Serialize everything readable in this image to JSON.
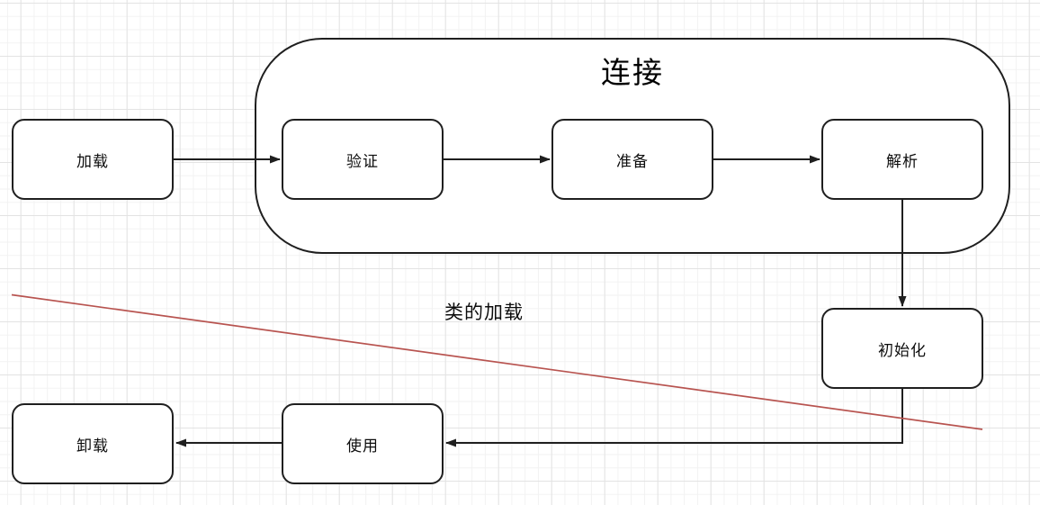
{
  "diagram": {
    "group_label": "连接",
    "annotation": "类的加载",
    "nodes": [
      {
        "id": "load",
        "label": "加载"
      },
      {
        "id": "verify",
        "label": "验证"
      },
      {
        "id": "prepare",
        "label": "准备"
      },
      {
        "id": "resolve",
        "label": "解析"
      },
      {
        "id": "initialize",
        "label": "初始化"
      },
      {
        "id": "use",
        "label": "使用"
      },
      {
        "id": "unload",
        "label": "卸载"
      }
    ],
    "colors": {
      "stroke": "#1f1f1f",
      "node_fill": "#ffffff",
      "divider_red": "#b85450",
      "grid_minor": "#f2f2f2",
      "grid_major": "#e3e3e3"
    }
  }
}
